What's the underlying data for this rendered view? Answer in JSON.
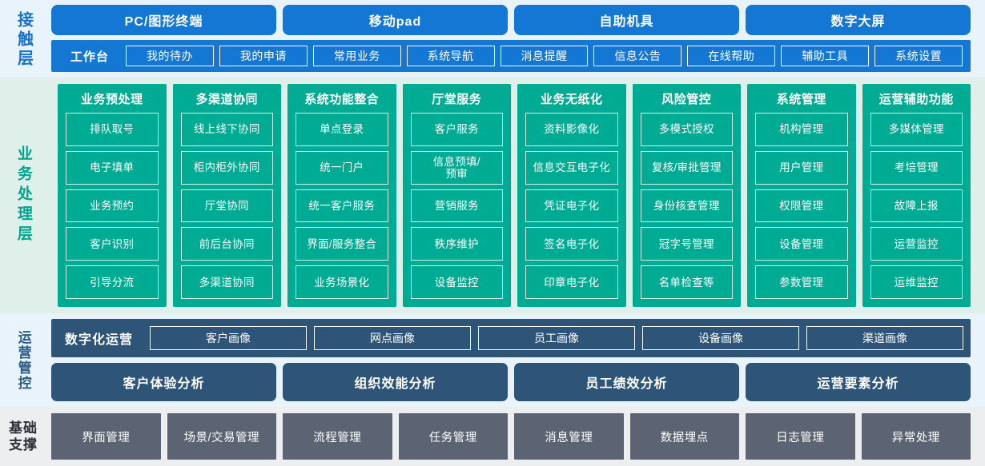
{
  "colors": {
    "contact_band_bg": "#e9f3fb",
    "contact_blue": "#1477d4",
    "business_band_bg": "#dff0ea",
    "business_green": "#00ab94",
    "ops_band_bg": "#e9f3fb",
    "ops_dark_blue": "#2e5478",
    "base_band_bg": "#eceef0",
    "base_gray": "#5c6473"
  },
  "contact_layer": {
    "label": "接触层",
    "channels": [
      "PC/图形终端",
      "移动pad",
      "自助机具",
      "数字大屏"
    ],
    "nav_title": "工作台",
    "nav_items": [
      "我的待办",
      "我的申请",
      "常用业务",
      "系统导航",
      "消息提醒",
      "信息公告",
      "在线帮助",
      "辅助工具",
      "系统设置"
    ]
  },
  "business_layer": {
    "label": "业务处理层",
    "columns": [
      {
        "title": "业务预处理",
        "items": [
          "排队取号",
          "电子填单",
          "业务预约",
          "客户识别",
          "引导分流"
        ]
      },
      {
        "title": "多渠道协同",
        "items": [
          "线上线下协同",
          "柜内柜外协同",
          "厅堂协同",
          "前后台协同",
          "多渠道协同"
        ]
      },
      {
        "title": "系统功能整合",
        "items": [
          "单点登录",
          "统一门户",
          "统一客户服务",
          "界面/服务整合",
          "业务场景化"
        ]
      },
      {
        "title": "厅堂服务",
        "items": [
          "客户服务",
          "信息预填/\n预审",
          "营销服务",
          "秩序维护",
          "设备监控"
        ]
      },
      {
        "title": "业务无纸化",
        "items": [
          "资料影像化",
          "信息交互电子化",
          "凭证电子化",
          "签名电子化",
          "印章电子化"
        ]
      },
      {
        "title": "风险管控",
        "items": [
          "多模式授权",
          "复核/审批管理",
          "身份核查管理",
          "冠字号管理",
          "名单检查等"
        ]
      },
      {
        "title": "系统管理",
        "items": [
          "机构管理",
          "用户管理",
          "权限管理",
          "设备管理",
          "参数管理"
        ]
      },
      {
        "title": "运营辅助功能",
        "items": [
          "多媒体管理",
          "考培管理",
          "故障上报",
          "运营监控",
          "运维监控"
        ]
      }
    ]
  },
  "ops_layer": {
    "label": "运营管控",
    "row1_title": "数字化运营",
    "row1_items": [
      "客户画像",
      "网点画像",
      "员工画像",
      "设备画像",
      "渠道画像"
    ],
    "row2_items": [
      "客户体验分析",
      "组织效能分析",
      "员工绩效分析",
      "运营要素分析"
    ]
  },
  "base_layer": {
    "label": "基础\n支撑",
    "label_line1": "基础",
    "label_line2": "支撑",
    "items": [
      "界面管理",
      "场景/交易管理",
      "流程管理",
      "任务管理",
      "消息管理",
      "数据埋点",
      "日志管理",
      "异常处理"
    ]
  }
}
